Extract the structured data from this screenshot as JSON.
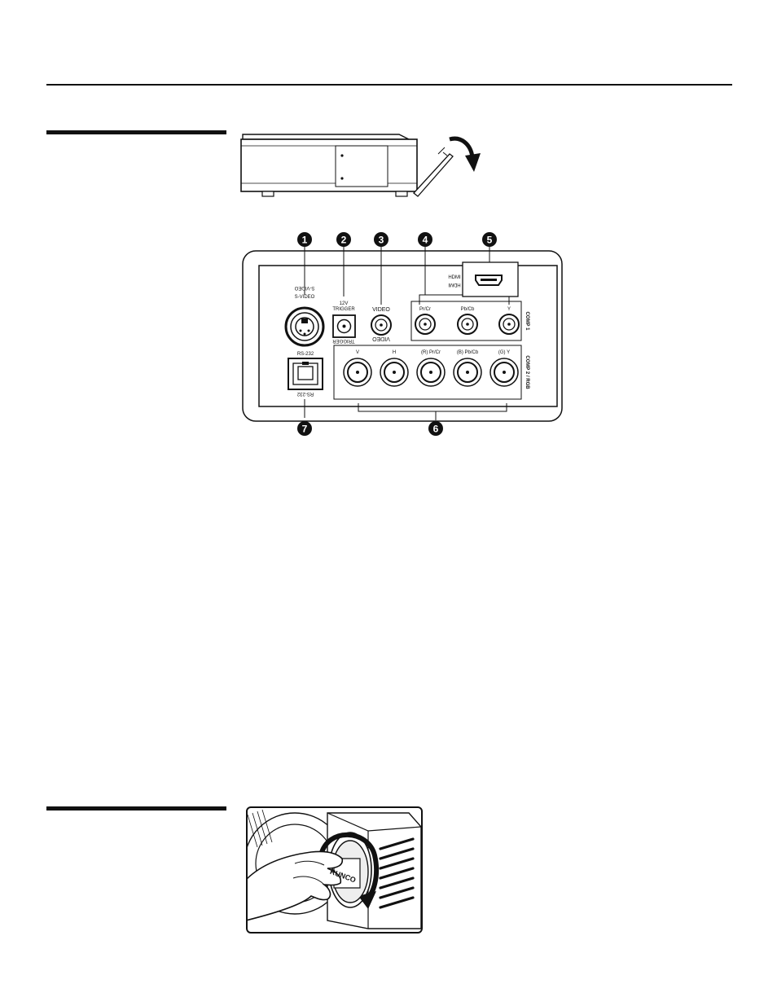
{
  "callouts": [
    "1",
    "2",
    "3",
    "4",
    "5",
    "6",
    "7"
  ],
  "panel": {
    "svideo": "S-VIDEO",
    "trigger_top": "12V",
    "trigger_bottom": "TRIGGER",
    "video": "VIDEO",
    "hdmi": "HDMI",
    "comp1_labels": [
      "Pr/Cr",
      "Pb/Cb",
      "Y"
    ],
    "comp1_title": "COMP 1",
    "comp2_labels": [
      "V",
      "H",
      "(R) Pr/Cr",
      "(B) Pb/Cb",
      "(G) Y"
    ],
    "comp2_title": "COMP 2 / RGB",
    "rs232": "RS-232"
  },
  "lens_cap_brand": "RUNCO"
}
